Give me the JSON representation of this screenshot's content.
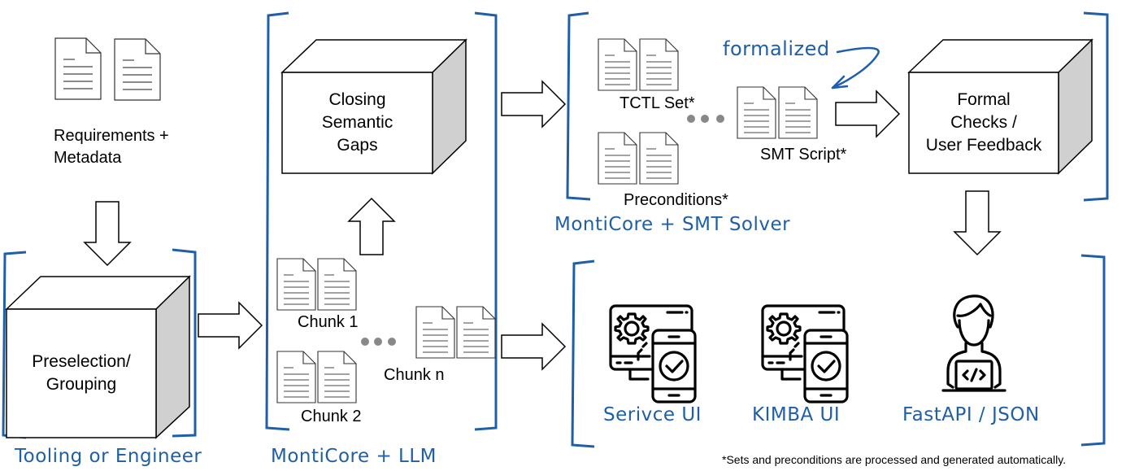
{
  "colors": {
    "accent": "#1f5fa8",
    "box_side": "#d0d0d0",
    "dots": "#888888"
  },
  "inputs": {
    "requirements": {
      "line1": "Requirements +",
      "line2": "Metadata",
      "icon": "document-pair-icon"
    }
  },
  "stages": {
    "tooling": {
      "box_line1": "Preselection/",
      "box_line2": "Grouping",
      "caption": "Tooling or Engineer"
    },
    "llm": {
      "box_line1": "Closing",
      "box_line2": "Semantic",
      "box_line3": "Gaps",
      "caption": "MontiCore + LLM",
      "chunks": [
        {
          "label": "Chunk 1"
        },
        {
          "label": "Chunk 2"
        },
        {
          "label": "Chunk n"
        }
      ]
    },
    "smt": {
      "caption": "MontiCore + SMT Solver",
      "annotation": "formalized",
      "docs": [
        {
          "label": "TCTL Set*"
        },
        {
          "label": "Preconditions*"
        },
        {
          "label": "SMT Script*"
        }
      ]
    },
    "checks": {
      "box_line1": "Formal",
      "box_line2": "Checks /",
      "box_line3": "User Feedback"
    },
    "outputs": {
      "items": [
        {
          "label": "Serivce UI",
          "icon": "monitor-phone-gear-check-icon"
        },
        {
          "label": "KIMBA UI",
          "icon": "monitor-phone-gear-check-icon"
        },
        {
          "label": "FastAPI / JSON",
          "icon": "developer-laptop-code-icon"
        }
      ]
    }
  },
  "footnote": "*Sets and preconditions are processed and generated automatically."
}
